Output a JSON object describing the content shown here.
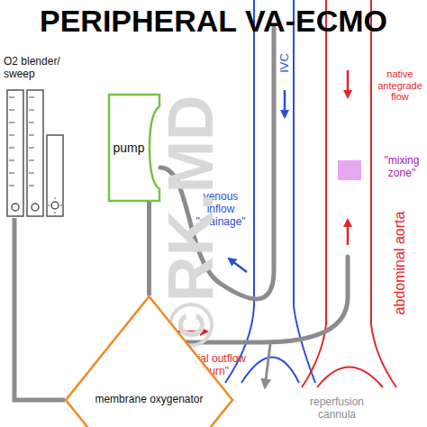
{
  "diagram": {
    "title": "PERIPHERAL VA-ECMO",
    "nodes": [
      {
        "text": [
          "O2 blender/ sweep"
        ]
      },
      {
        "text": [
          "pump"
        ]
      },
      {
        "text": [
          "\"mixing zone\""
        ]
      },
      {
        "text": [
          "membrane oxygenator"
        ]
      }
    ],
    "edges": [
      {
        "from": 0,
        "to": 3,
        "arrow": "none"
      },
      {
        "from": 1,
        "to": 3,
        "arrow": "none"
      }
    ],
    "labels": [
      "IVC",
      "native antegrade flow",
      "venous inflow \"drainage\"",
      "abdominal aorta",
      "arterial outflow \"return\"",
      "reperfusion cannula",
      "©RK.MD"
    ]
  }
}
